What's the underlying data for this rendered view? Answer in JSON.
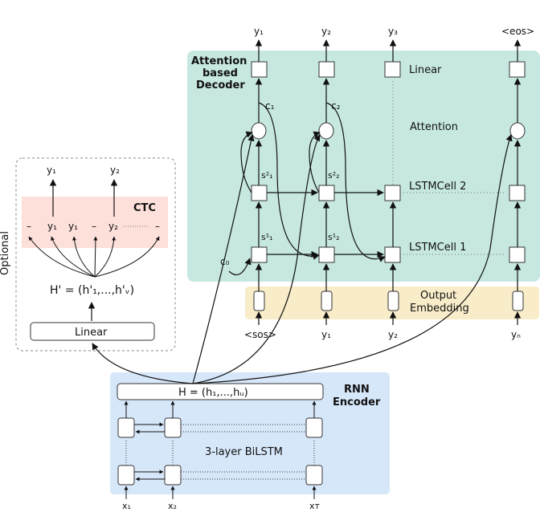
{
  "colors": {
    "decoder_bg": "#c6e8e0",
    "embed_bg": "#f8ecc9",
    "ctc_bg": "#fde0da",
    "encoder_bg": "#d7e7fa",
    "optional_label": "#999999"
  },
  "optional_label": "Optional",
  "ctc": {
    "title": "CTC",
    "outputs": [
      "y₁",
      "y₂"
    ],
    "sequence": [
      "–",
      "y₁",
      "y₁",
      "–",
      "y₂",
      "–"
    ],
    "h_prime": "H' = (h'₁,...,h'ᵥ)",
    "linear_label": "Linear"
  },
  "decoder": {
    "title_line1": "Attention",
    "title_line2": "based",
    "title_line3": "Decoder",
    "outputs": [
      "y₁",
      "y₂",
      "y₃",
      "<eos>"
    ],
    "linear_label": "Linear",
    "attention_label": "Attention",
    "lstm2_label": "LSTMCell 2",
    "lstm1_label": "LSTMCell 1",
    "context": [
      "c₁",
      "c₂"
    ],
    "states2": [
      "s²₁",
      "s²₂"
    ],
    "states1": [
      "s¹₁",
      "s¹₂"
    ],
    "c0": "c₀"
  },
  "embedding": {
    "label_line1": "Output",
    "label_line2": "Embedding",
    "inputs": [
      "<sos>",
      "y₁",
      "y₂",
      "yₙ"
    ]
  },
  "encoder": {
    "h_label": "H = (h₁,...,hᵤ)",
    "title_line1": "RNN",
    "title_line2": "Encoder",
    "bilstm_label": "3-layer BiLSTM",
    "inputs": [
      "x₁",
      "x₂",
      "xᴛ"
    ]
  }
}
